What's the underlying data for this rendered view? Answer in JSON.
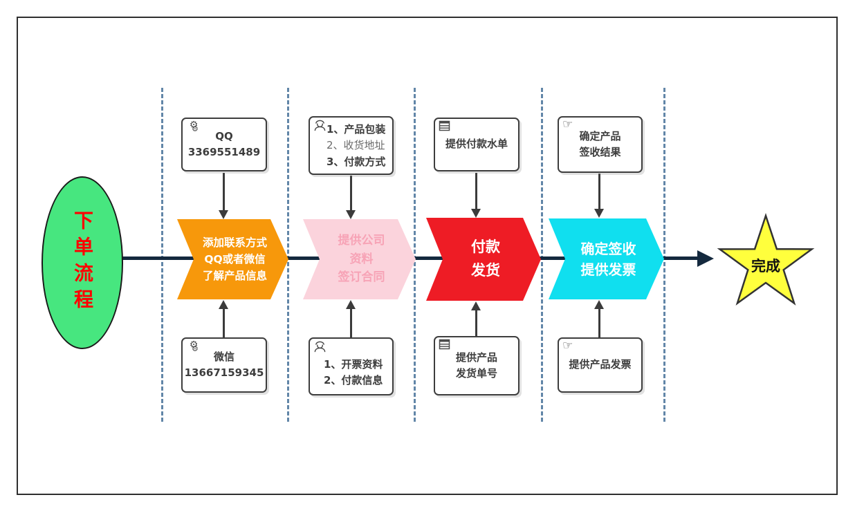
{
  "diagram": {
    "start": {
      "label": "下单流程"
    },
    "end": {
      "label": "完成"
    },
    "steps": [
      {
        "name": "step-add-contact",
        "label": "添加联系方式\nQQ或者微信\n了解产品信息",
        "color": "#F7980B",
        "text_color": "#FFFFFF",
        "top_note": {
          "icon": "gears-icon",
          "lines": [
            "QQ",
            "3369551489"
          ]
        },
        "bottom_note": {
          "icon": "gears-icon",
          "lines": [
            "微信",
            "13667159345"
          ]
        }
      },
      {
        "name": "step-company-info-contract",
        "label": "提供公司\n资料\n签订合同",
        "color": "#FBD3DC",
        "text_color": "#F7A3B6",
        "top_note": {
          "icon": "person-icon",
          "lines": [
            "1、产品包装",
            "2、收货地址",
            "3、付款方式"
          ]
        },
        "bottom_note": {
          "icon": "person-icon",
          "lines": [
            "1、开票资料",
            "2、付款信息"
          ]
        }
      },
      {
        "name": "step-pay-ship",
        "label": "付款\n发货",
        "color": "#EE1C25",
        "text_color": "#FFFFFF",
        "top_note": {
          "icon": "table-icon",
          "lines": [
            "提供付款水单"
          ]
        },
        "bottom_note": {
          "icon": "table-icon",
          "lines": [
            "提供产品",
            "发货单号"
          ]
        }
      },
      {
        "name": "step-sign-invoice",
        "label": "确定签收\n提供发票",
        "color": "#10DFEF",
        "text_color": "#FFFFFF",
        "top_note": {
          "icon": "hand-icon",
          "lines": [
            "确定产品",
            "签收结果"
          ]
        },
        "bottom_note": {
          "icon": "hand-icon",
          "lines": [
            "提供产品发票"
          ]
        }
      }
    ],
    "colors": {
      "flow_line": "#14293E",
      "dashed_guide": "#6286A8",
      "start_fill": "#47E67F",
      "start_text": "#FF0000",
      "end_fill": "#FFFF3D",
      "note_border": "#3D3D3D"
    }
  }
}
